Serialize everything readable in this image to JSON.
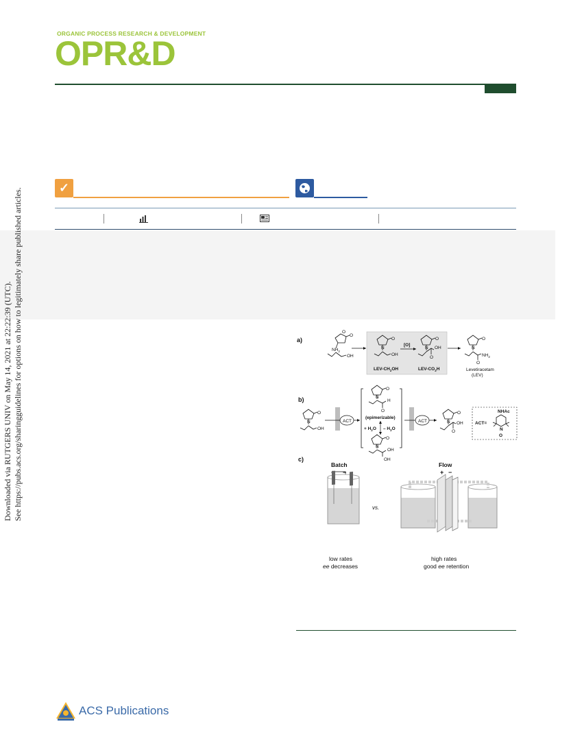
{
  "journal": {
    "subtitle": "ORGANIC PROCESS RESEARCH & DEVELOPMENT",
    "logo": "OPR&D"
  },
  "sidebar_notice": {
    "line1": "Downloaded via RUTGERS UNIV on May 14, 2021 at 22:22:39 (UTC).",
    "line2": "See https://pubs.acs.org/sharingguidelines for options on how to legitimately share published articles."
  },
  "figure": {
    "panel_a": {
      "label": "a)",
      "sm_nh2": "NH",
      "sm_nh2_sub": "2",
      "sm_oh": "OH",
      "oh": "OH",
      "reagent": "[O]",
      "oh2": "OH",
      "o": "O",
      "nh2": "NH",
      "nh2_sub": "2",
      "lev_ch2oh": "LEV-CH",
      "lev_ch2oh_sub": "2",
      "lev_ch2oh_end": "OH",
      "lev_co2h": "LEV-CO",
      "lev_co2h_sub": "2",
      "lev_co2h_end": "H",
      "product": "Levetiracetam",
      "product_abbr": "(LEV)"
    },
    "panel_b": {
      "label": "b)",
      "oh": "OH",
      "act": "ACT",
      "epimerizable": "(epimerizable)",
      "plus_h2o": "+ H",
      "minus_h2o": "– H",
      "h2o_sub": "2",
      "h2o_end": "O",
      "h": "H",
      "o": "O",
      "oh_a": "OH",
      "oh_b": "OH",
      "oh_acid": "OH",
      "act_eq": "ACT=",
      "nhac": "NHAc",
      "n": "N",
      "odot": "O"
    },
    "panel_c": {
      "label": "c)",
      "batch_title": "Batch",
      "flow_title": "Flow",
      "vs": "vs.",
      "batch_line1": "low rates",
      "batch_line2_em": "ee",
      "batch_line2": " decreases",
      "flow_line1": "high rates",
      "flow_line2_pre": "good ",
      "flow_line2_em": "ee",
      "flow_line2": " retention"
    }
  },
  "publisher": {
    "name": "ACS Publications"
  }
}
